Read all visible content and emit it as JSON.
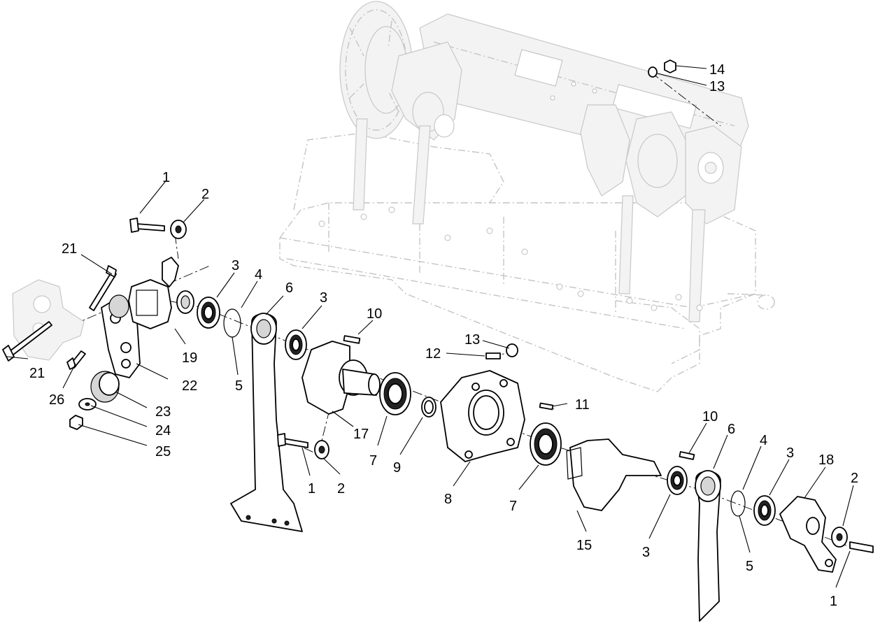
{
  "callouts": [
    {
      "label": "1"
    },
    {
      "label": "2"
    },
    {
      "label": "3"
    },
    {
      "label": "4"
    },
    {
      "label": "6"
    },
    {
      "label": "3"
    },
    {
      "label": "10"
    },
    {
      "label": "21"
    },
    {
      "label": "21"
    },
    {
      "label": "19"
    },
    {
      "label": "5"
    },
    {
      "label": "22"
    },
    {
      "label": "26"
    },
    {
      "label": "23"
    },
    {
      "label": "24"
    },
    {
      "label": "25"
    },
    {
      "label": "13"
    },
    {
      "label": "12"
    },
    {
      "label": "17"
    },
    {
      "label": "11"
    },
    {
      "label": "1"
    },
    {
      "label": "2"
    },
    {
      "label": "7"
    },
    {
      "label": "9"
    },
    {
      "label": "8"
    },
    {
      "label": "7"
    },
    {
      "label": "10"
    },
    {
      "label": "6"
    },
    {
      "label": "4"
    },
    {
      "label": "3"
    },
    {
      "label": "18"
    },
    {
      "label": "2"
    },
    {
      "label": "15"
    },
    {
      "label": "3"
    },
    {
      "label": "5"
    },
    {
      "label": "1"
    },
    {
      "label": "14"
    },
    {
      "label": "13"
    }
  ],
  "colors": {
    "part_stroke": "#000000",
    "ghost_stroke": "#c4c4c4",
    "background": "#ffffff"
  }
}
